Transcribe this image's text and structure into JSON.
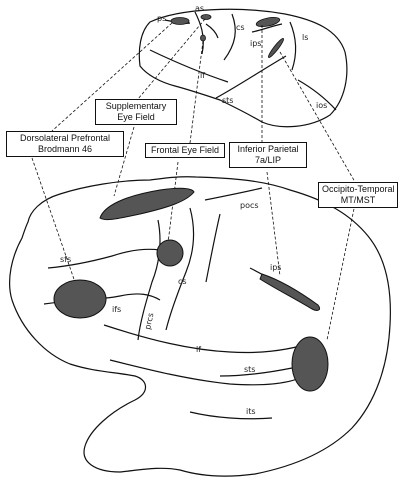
{
  "labels": {
    "sef": [
      "Supplementary",
      "Eye Field"
    ],
    "dlpfc": [
      "Dorsolateral Prefrontal",
      "Brodmann 46"
    ],
    "fef": [
      "Frontal Eye Field"
    ],
    "ip": [
      "Inferior Parietal",
      "7a/LIP"
    ],
    "ot": [
      "Occipito-Temporal",
      "MT/MST"
    ]
  },
  "monkey_sulci": {
    "ps": "ps",
    "as": "as",
    "cs": "cs",
    "ips": "ips",
    "ls": "ls",
    "lf": "lf",
    "sts": "sts",
    "ios": "ios"
  },
  "human_sulci": {
    "sfs": "sfs",
    "ifs": "ifs",
    "prcs": "prcs",
    "cs": "cs",
    "pocs": "pocs",
    "ips": "ips",
    "lf": "lf",
    "sts": "sts",
    "its": "its"
  },
  "colors": {
    "region_fill": "#555555",
    "outline": "#111111"
  }
}
